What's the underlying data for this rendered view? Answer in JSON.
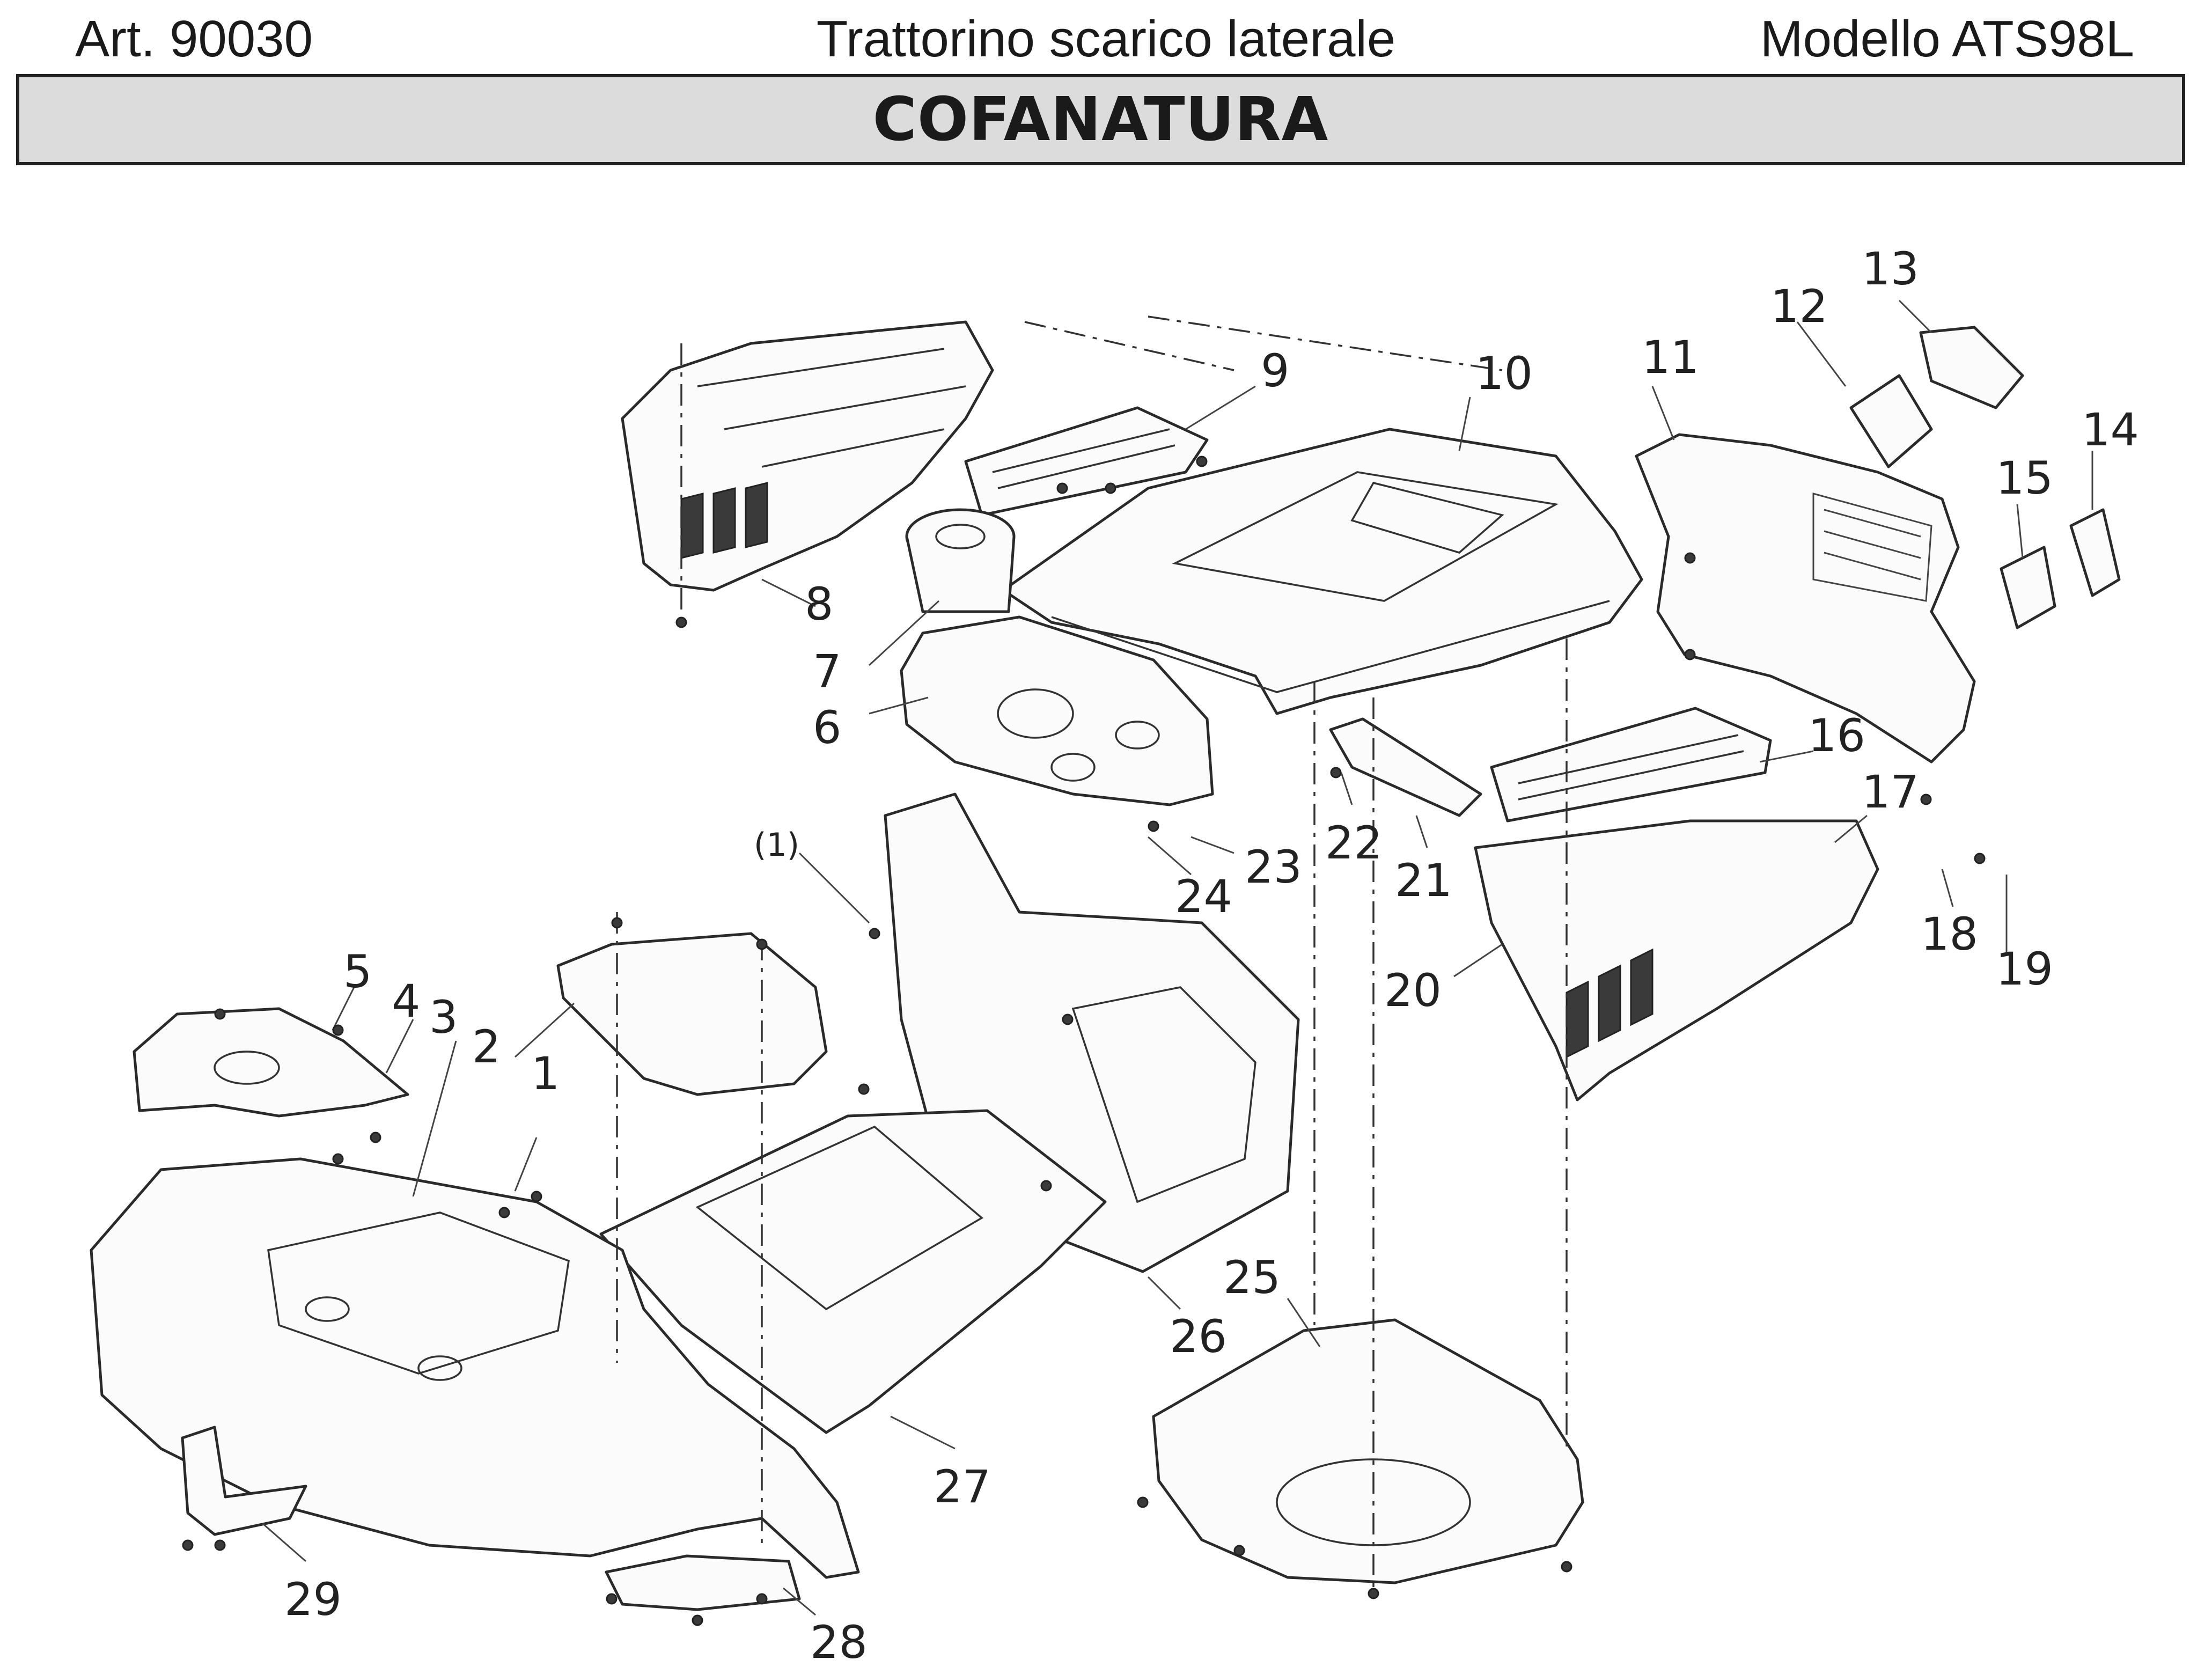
{
  "header": {
    "article": "Art. 90030",
    "description": "Trattorino scarico laterale",
    "model": "Modello ATS98L"
  },
  "banner": {
    "title": "COFANATURA"
  },
  "callouts": [
    "1",
    "2",
    "3",
    "4",
    "5",
    "6",
    "7",
    "8",
    "9",
    "10",
    "11",
    "12",
    "13",
    "14",
    "15",
    "16",
    "17",
    "18",
    "19",
    "20",
    "21",
    "22",
    "23",
    "24",
    "25",
    "26",
    "27",
    "28",
    "29",
    "(1)"
  ]
}
